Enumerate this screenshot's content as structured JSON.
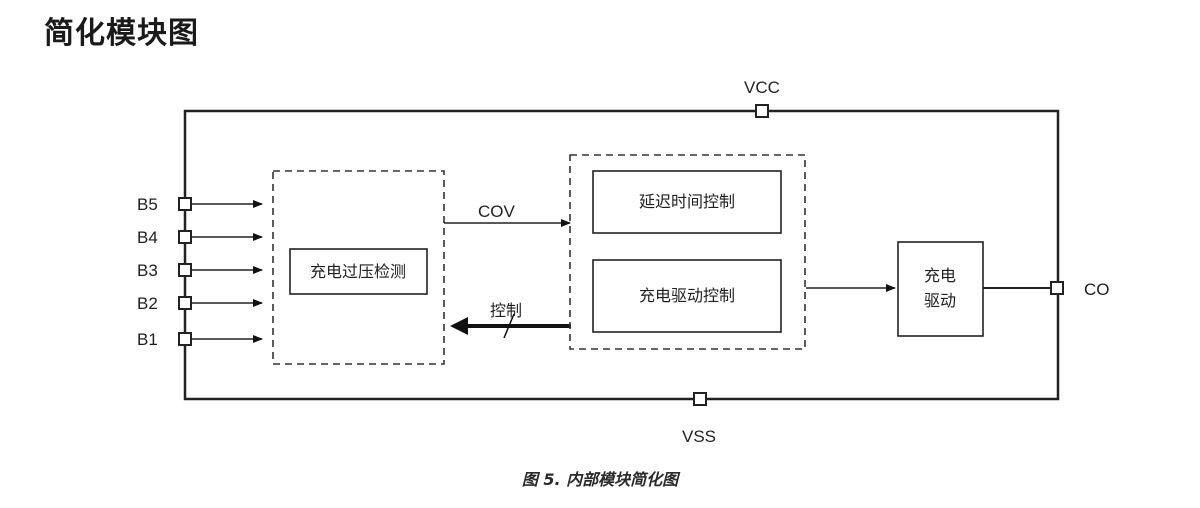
{
  "title": "简化模块图",
  "caption": "图 5. 内部模块简化图",
  "pins": {
    "vcc": "VCC",
    "vss": "VSS",
    "co": "CO",
    "inputs": [
      "B5",
      "B4",
      "B3",
      "B2",
      "B1"
    ]
  },
  "blocks": {
    "overvoltage_detect": "充电过压检测",
    "delay_control": "延迟时间控制",
    "drive_control": "充电驱动控制",
    "charge_drive_line1": "充电",
    "charge_drive_line2": "驱动"
  },
  "signals": {
    "cov": "COV",
    "control": "控制"
  }
}
